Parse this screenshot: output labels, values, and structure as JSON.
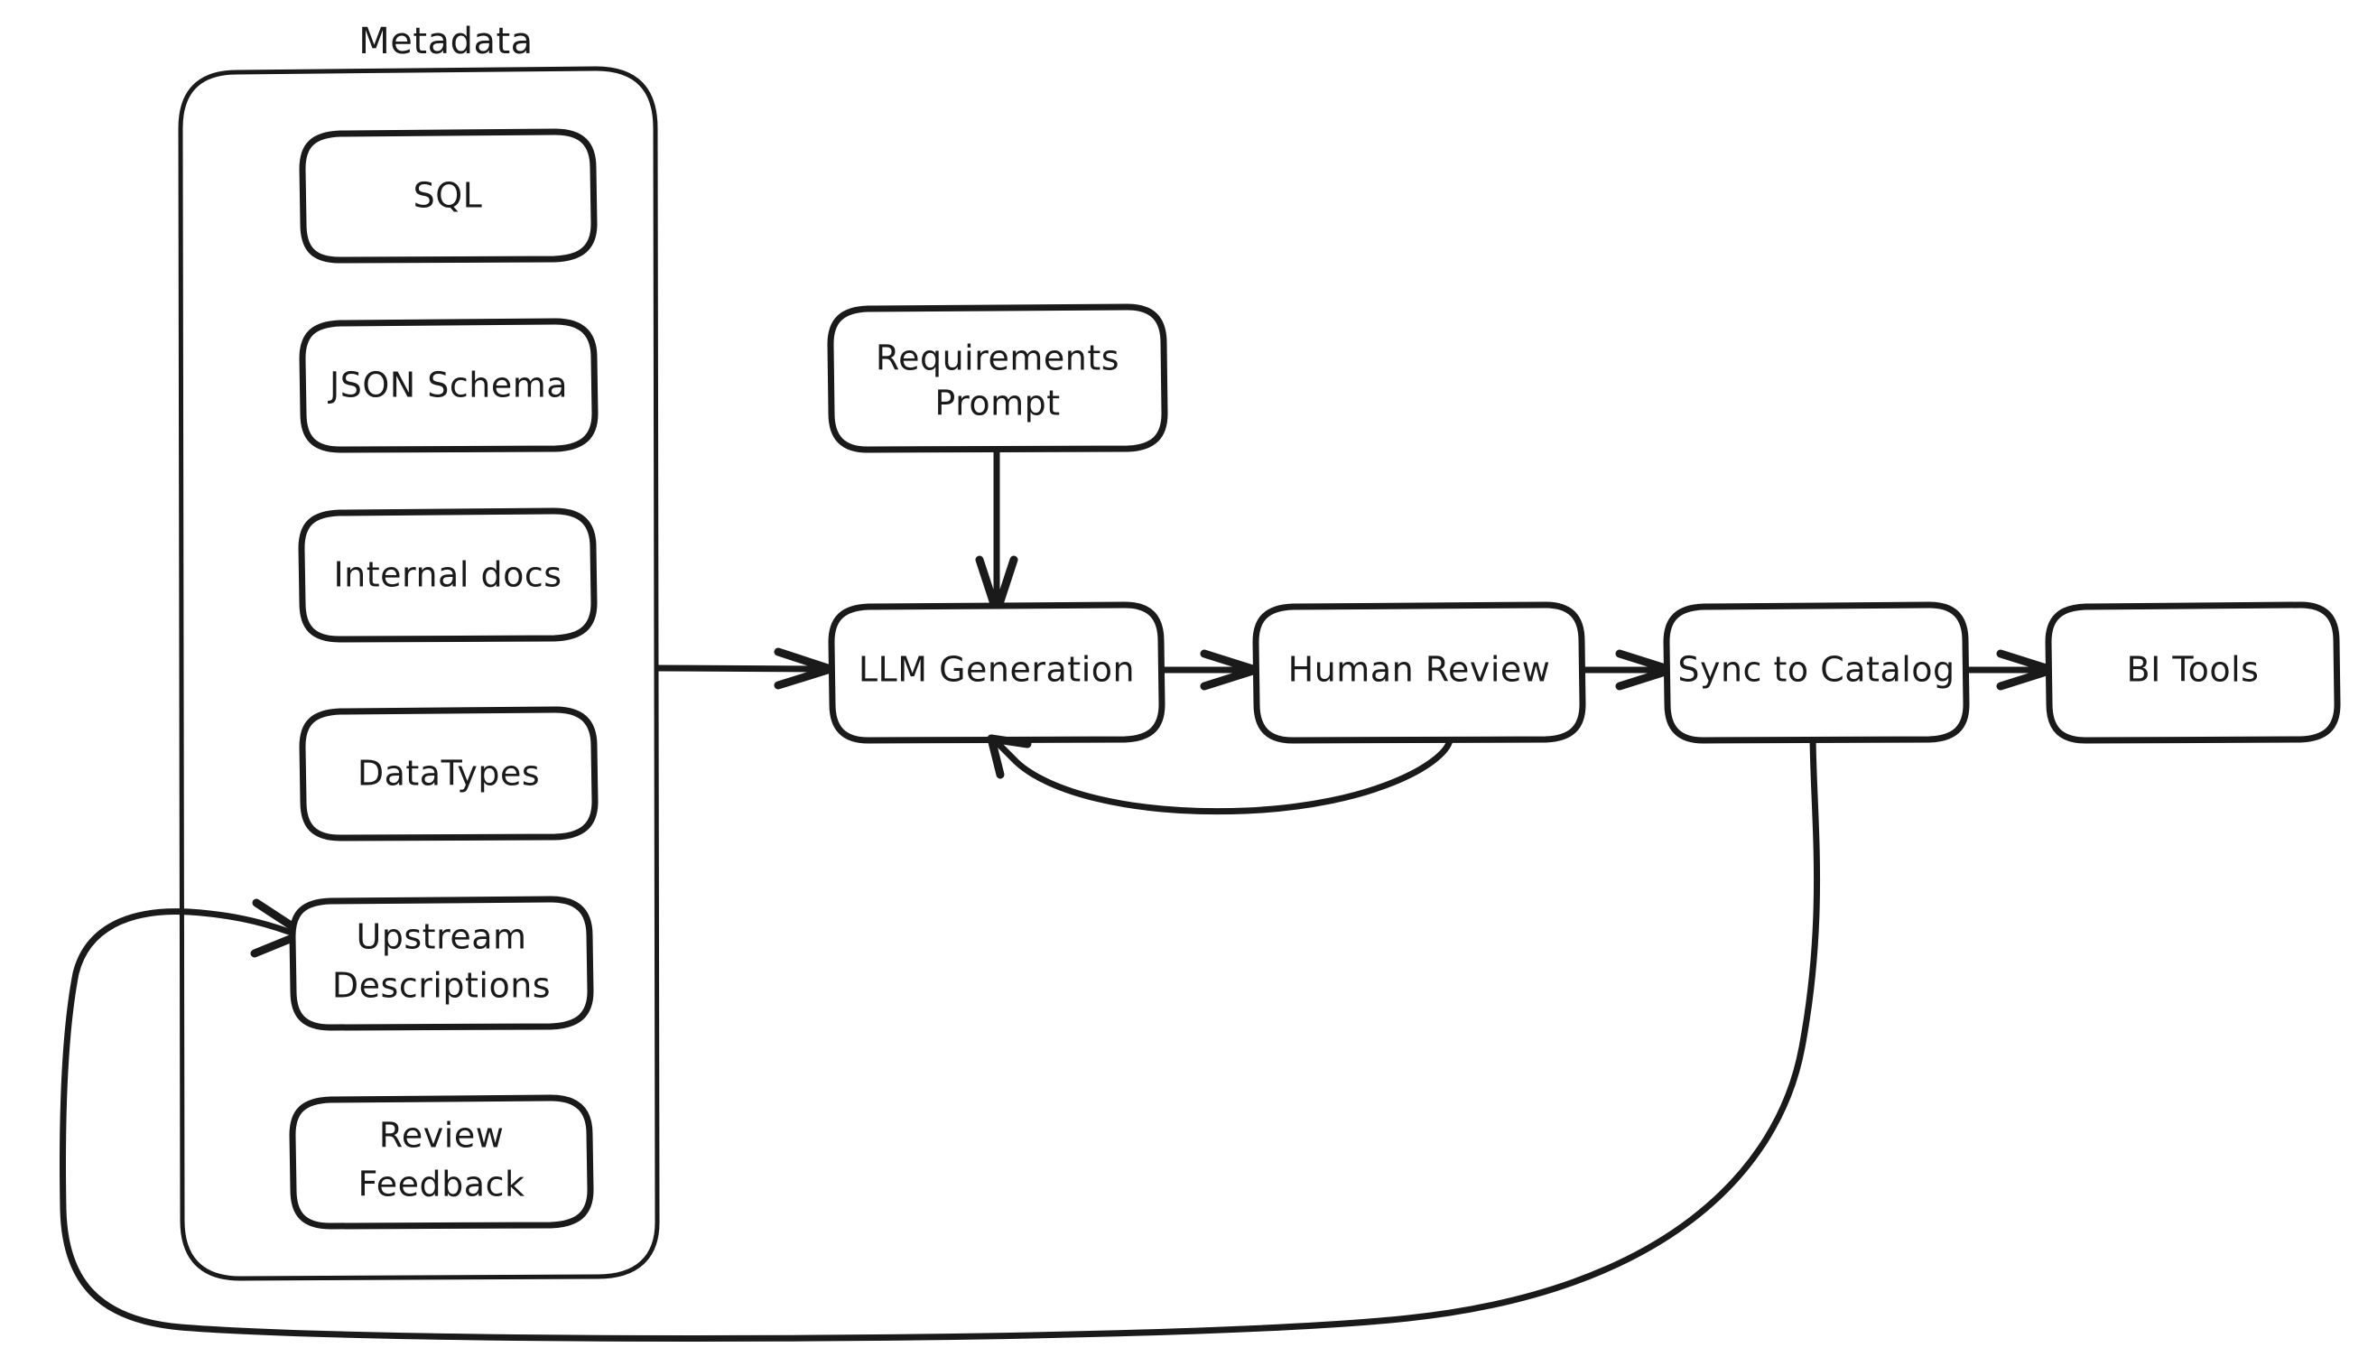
{
  "diagram": {
    "title": "Metadata",
    "style": "hand-drawn flowchart",
    "background_color": "#ffffff",
    "stroke_color": "#1a1a1a",
    "text_color": "#1a1a1a",
    "groups": [
      {
        "id": "metadata-group",
        "label": "Metadata",
        "items": [
          {
            "id": "sql",
            "label": "SQL",
            "lines": [
              "SQL"
            ]
          },
          {
            "id": "json-schema",
            "label": "JSON Schema",
            "lines": [
              "JSON Schema"
            ]
          },
          {
            "id": "internal-docs",
            "label": "Internal docs",
            "lines": [
              "Internal docs"
            ]
          },
          {
            "id": "datatypes",
            "label": "DataTypes",
            "lines": [
              "DataTypes"
            ]
          },
          {
            "id": "upstream-descriptions",
            "label": "Upstream Descriptions",
            "lines": [
              "Upstream",
              "Descriptions"
            ]
          },
          {
            "id": "review-feedback",
            "label": "Review Feedback",
            "lines": [
              "Review",
              "Feedback"
            ]
          }
        ]
      }
    ],
    "nodes": [
      {
        "id": "requirements-prompt",
        "label": "Requirements Prompt",
        "lines": [
          "Requirements",
          "Prompt"
        ]
      },
      {
        "id": "llm-generation",
        "label": "LLM Generation",
        "lines": [
          "LLM Generation"
        ]
      },
      {
        "id": "human-review",
        "label": "Human Review",
        "lines": [
          "Human Review"
        ]
      },
      {
        "id": "sync-to-catalog",
        "label": "Sync to Catalog",
        "lines": [
          "Sync to Catalog"
        ]
      },
      {
        "id": "bi-tools",
        "label": "BI Tools",
        "lines": [
          "BI Tools"
        ]
      }
    ],
    "edges": [
      {
        "id": "metadata-to-llm",
        "from": "metadata-group",
        "to": "llm-generation",
        "label": ""
      },
      {
        "id": "requirements-to-llm",
        "from": "requirements-prompt",
        "to": "llm-generation",
        "label": ""
      },
      {
        "id": "llm-to-review",
        "from": "llm-generation",
        "to": "human-review",
        "label": ""
      },
      {
        "id": "review-to-sync",
        "from": "human-review",
        "to": "sync-to-catalog",
        "label": ""
      },
      {
        "id": "sync-to-bi",
        "from": "sync-to-catalog",
        "to": "bi-tools",
        "label": ""
      },
      {
        "id": "review-feedback-loop",
        "from": "human-review",
        "to": "llm-generation",
        "label": ""
      },
      {
        "id": "catalog-to-upstream-loop",
        "from": "sync-to-catalog",
        "to": "upstream-descriptions",
        "label": ""
      }
    ]
  }
}
